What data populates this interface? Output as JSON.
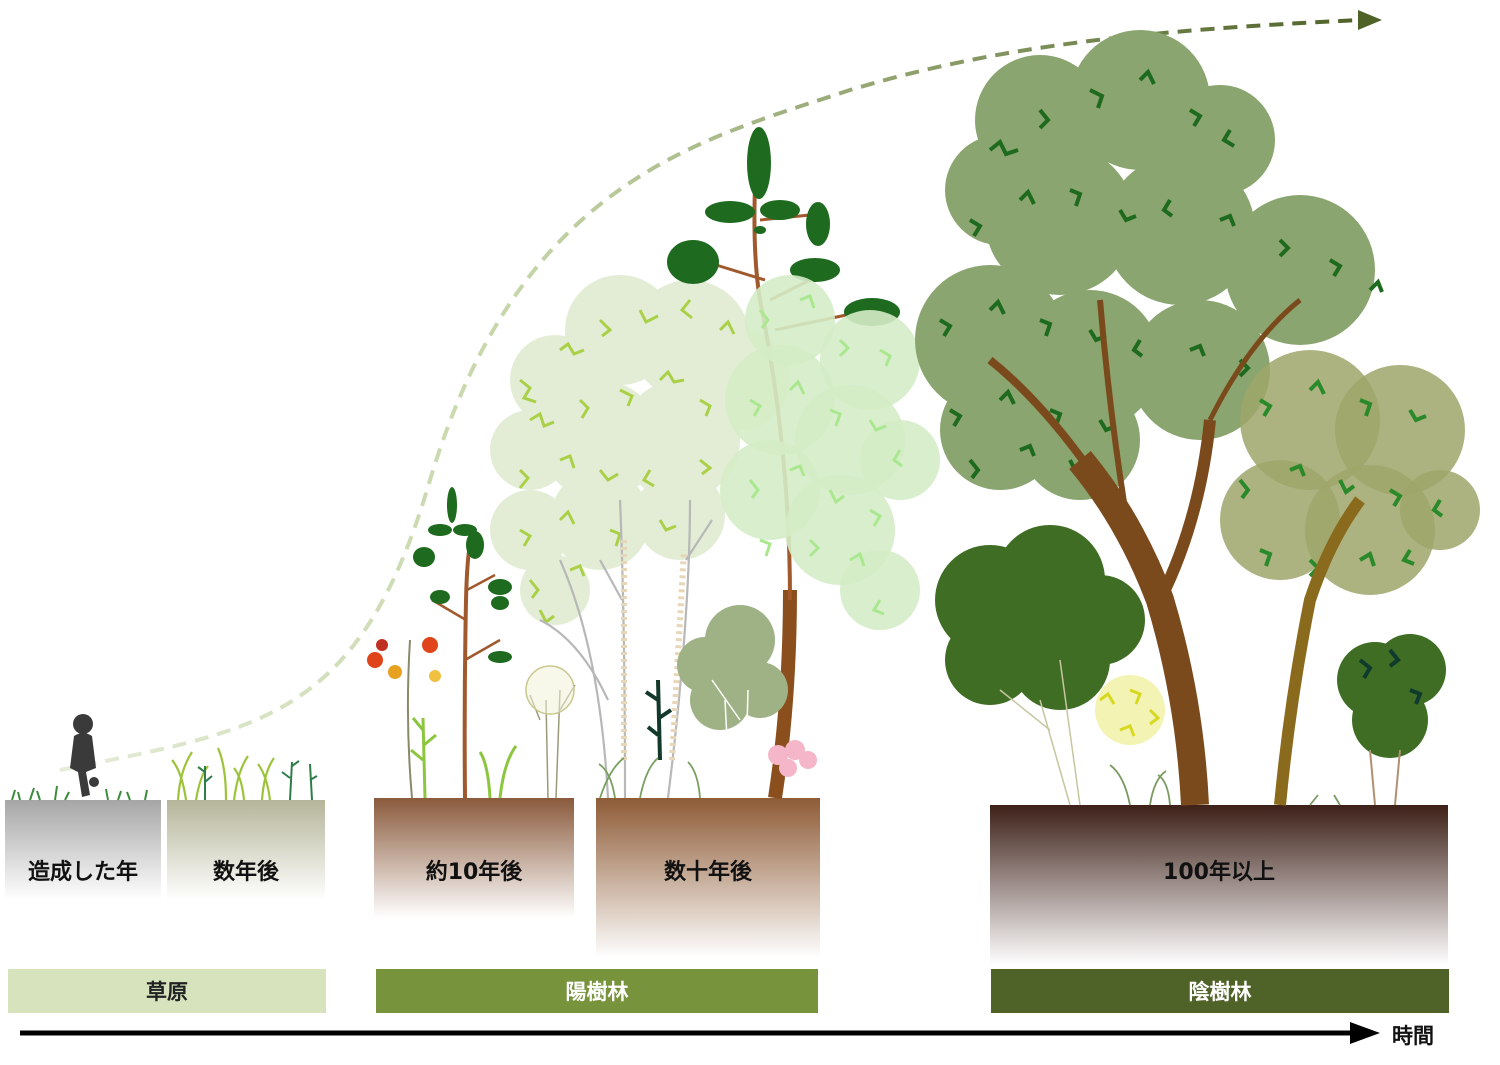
{
  "stages": [
    {
      "id": "s1",
      "label": "造成した年"
    },
    {
      "id": "s2",
      "label": "数年後"
    },
    {
      "id": "s3",
      "label": "約10年後"
    },
    {
      "id": "s4",
      "label": "数十年後"
    },
    {
      "id": "s5",
      "label": "100年以上"
    }
  ],
  "bands": [
    {
      "label": "草原",
      "color": "#d6e3bd",
      "text_color": "#222222"
    },
    {
      "label": "陽樹林",
      "color": "#77933c",
      "text_color": "#ffffff"
    },
    {
      "label": "陰樹林",
      "color": "#4f6228",
      "text_color": "#ffffff"
    }
  ],
  "axis": {
    "label": "時間"
  },
  "colors": {
    "curve_start": "#d6e3bd",
    "curve_end": "#4f6228",
    "sun_leaf": "#a9d046",
    "shade_leaf": "#1e6a1e",
    "crown_light": "#e3edd6",
    "crown_dark": "#8aa56f"
  }
}
